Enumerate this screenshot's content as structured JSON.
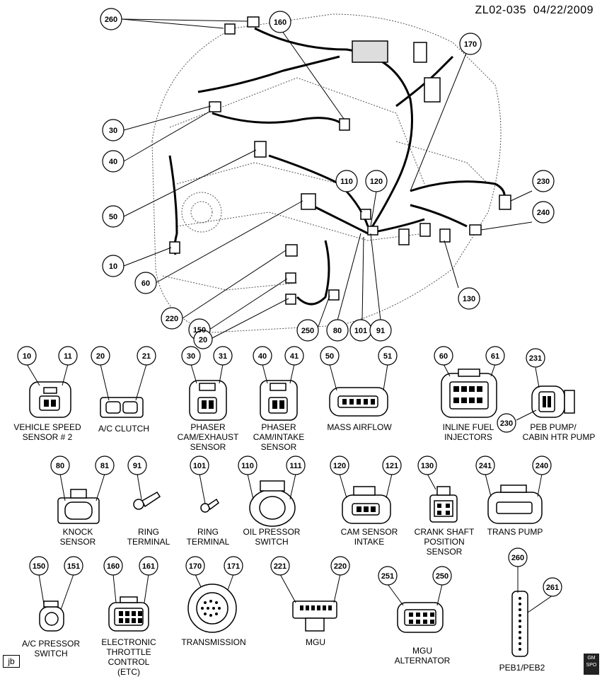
{
  "header": {
    "id": "ZL02-035",
    "date": "04/22/2009"
  },
  "footer": {
    "left_tag": "jb",
    "logo_text": "GM SPO"
  },
  "engine_callouts": [
    "260",
    "160",
    "170",
    "30",
    "40",
    "50",
    "10",
    "60",
    "220",
    "150",
    "20",
    "250",
    "80",
    "101",
    "91",
    "110",
    "120",
    "130",
    "230",
    "240"
  ],
  "connectors": [
    {
      "left": "10",
      "right": "11",
      "label1": "VEHICLE SPEED",
      "label2": "SENSOR # 2",
      "label3": ""
    },
    {
      "left": "20",
      "right": "21",
      "label1": "A/C CLUTCH",
      "label2": "",
      "label3": ""
    },
    {
      "left": "30",
      "right": "31",
      "label1": "PHASER",
      "label2": "CAM/EXHAUST",
      "label3": "SENSOR"
    },
    {
      "left": "40",
      "right": "41",
      "label1": "PHASER",
      "label2": "CAM/INTAKE",
      "label3": "SENSOR"
    },
    {
      "left": "50",
      "right": "51",
      "label1": "MASS AIRFLOW",
      "label2": "",
      "label3": ""
    },
    {
      "left": "60",
      "right": "61",
      "label1": "INLINE FUEL",
      "label2": "INJECTORS",
      "label3": ""
    },
    {
      "left": "231",
      "right": "230",
      "label1": "PEB PUMP/",
      "label2": "CABIN HTR PUMP",
      "label3": ""
    },
    {
      "left": "80",
      "right": "81",
      "label1": "KNOCK",
      "label2": "SENSOR",
      "label3": ""
    },
    {
      "left": "91",
      "right": "",
      "label1": "RING",
      "label2": "TERMINAL",
      "label3": ""
    },
    {
      "left": "101",
      "right": "",
      "label1": "RING",
      "label2": "TERMINAL",
      "label3": ""
    },
    {
      "left": "110",
      "right": "111",
      "label1": "OIL PRESSOR",
      "label2": "SWITCH",
      "label3": ""
    },
    {
      "left": "120",
      "right": "121",
      "label1": "CAM SENSOR",
      "label2": "INTAKE",
      "label3": ""
    },
    {
      "left": "130",
      "right": "",
      "label1": "CRANK SHAFT",
      "label2": "POSITION",
      "label3": "SENSOR"
    },
    {
      "left": "241",
      "right": "240",
      "label1": "TRANS PUMP",
      "label2": "",
      "label3": ""
    },
    {
      "left": "150",
      "right": "151",
      "label1": "A/C PRESSOR",
      "label2": "SWITCH",
      "label3": ""
    },
    {
      "left": "160",
      "right": "161",
      "label1": "ELECTRONIC",
      "label2": "THROTTLE",
      "label3": "CONTROL",
      "label4": "(ETC)"
    },
    {
      "left": "170",
      "right": "171",
      "label1": "TRANSMISSION",
      "label2": "",
      "label3": ""
    },
    {
      "left": "221",
      "right": "220",
      "label1": "MGU",
      "label2": "",
      "label3": ""
    },
    {
      "left": "251",
      "right": "250",
      "label1": "MGU",
      "label2": "ALTERNATOR",
      "label3": ""
    },
    {
      "left": "260",
      "right": "261",
      "label1": "PEB1/PEB2",
      "label2": "",
      "label3": ""
    }
  ]
}
